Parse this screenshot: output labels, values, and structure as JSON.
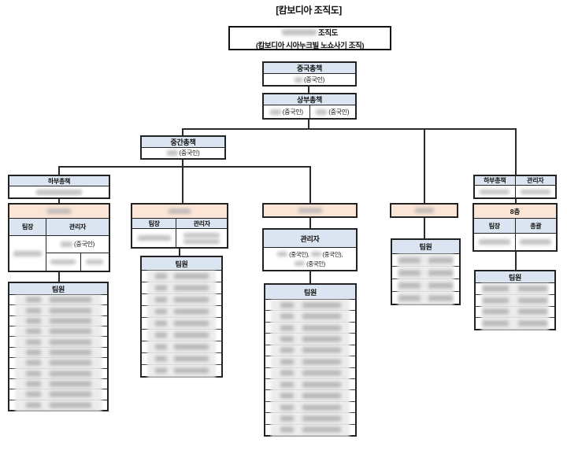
{
  "title": "[캄보디아 조직도]",
  "org_box": {
    "line1_suffix": "조직도",
    "line2": "(캄보디아 시아누크빌 노쇼사기 조직)"
  },
  "labels": {
    "china_chief": "중국총책",
    "upper_chief": "상부총책",
    "middle_chief": "중간총책",
    "lower_chief": "하부총책",
    "team_leader": "팀장",
    "manager": "관리자",
    "team_member": "팀원",
    "supervisor": "총괄",
    "floor_8": "8층",
    "chinese": "(중국인)",
    "chinese_comma": "(중국인),"
  },
  "counts": {
    "branch1_members": 11,
    "branch2_members": 9,
    "branch3_members": 12,
    "branch4_members": 4,
    "branch5_members": 4
  },
  "colors": {
    "header_blue": "#dbe5f1",
    "peach": "#fbe5d6",
    "border": "#222222"
  }
}
